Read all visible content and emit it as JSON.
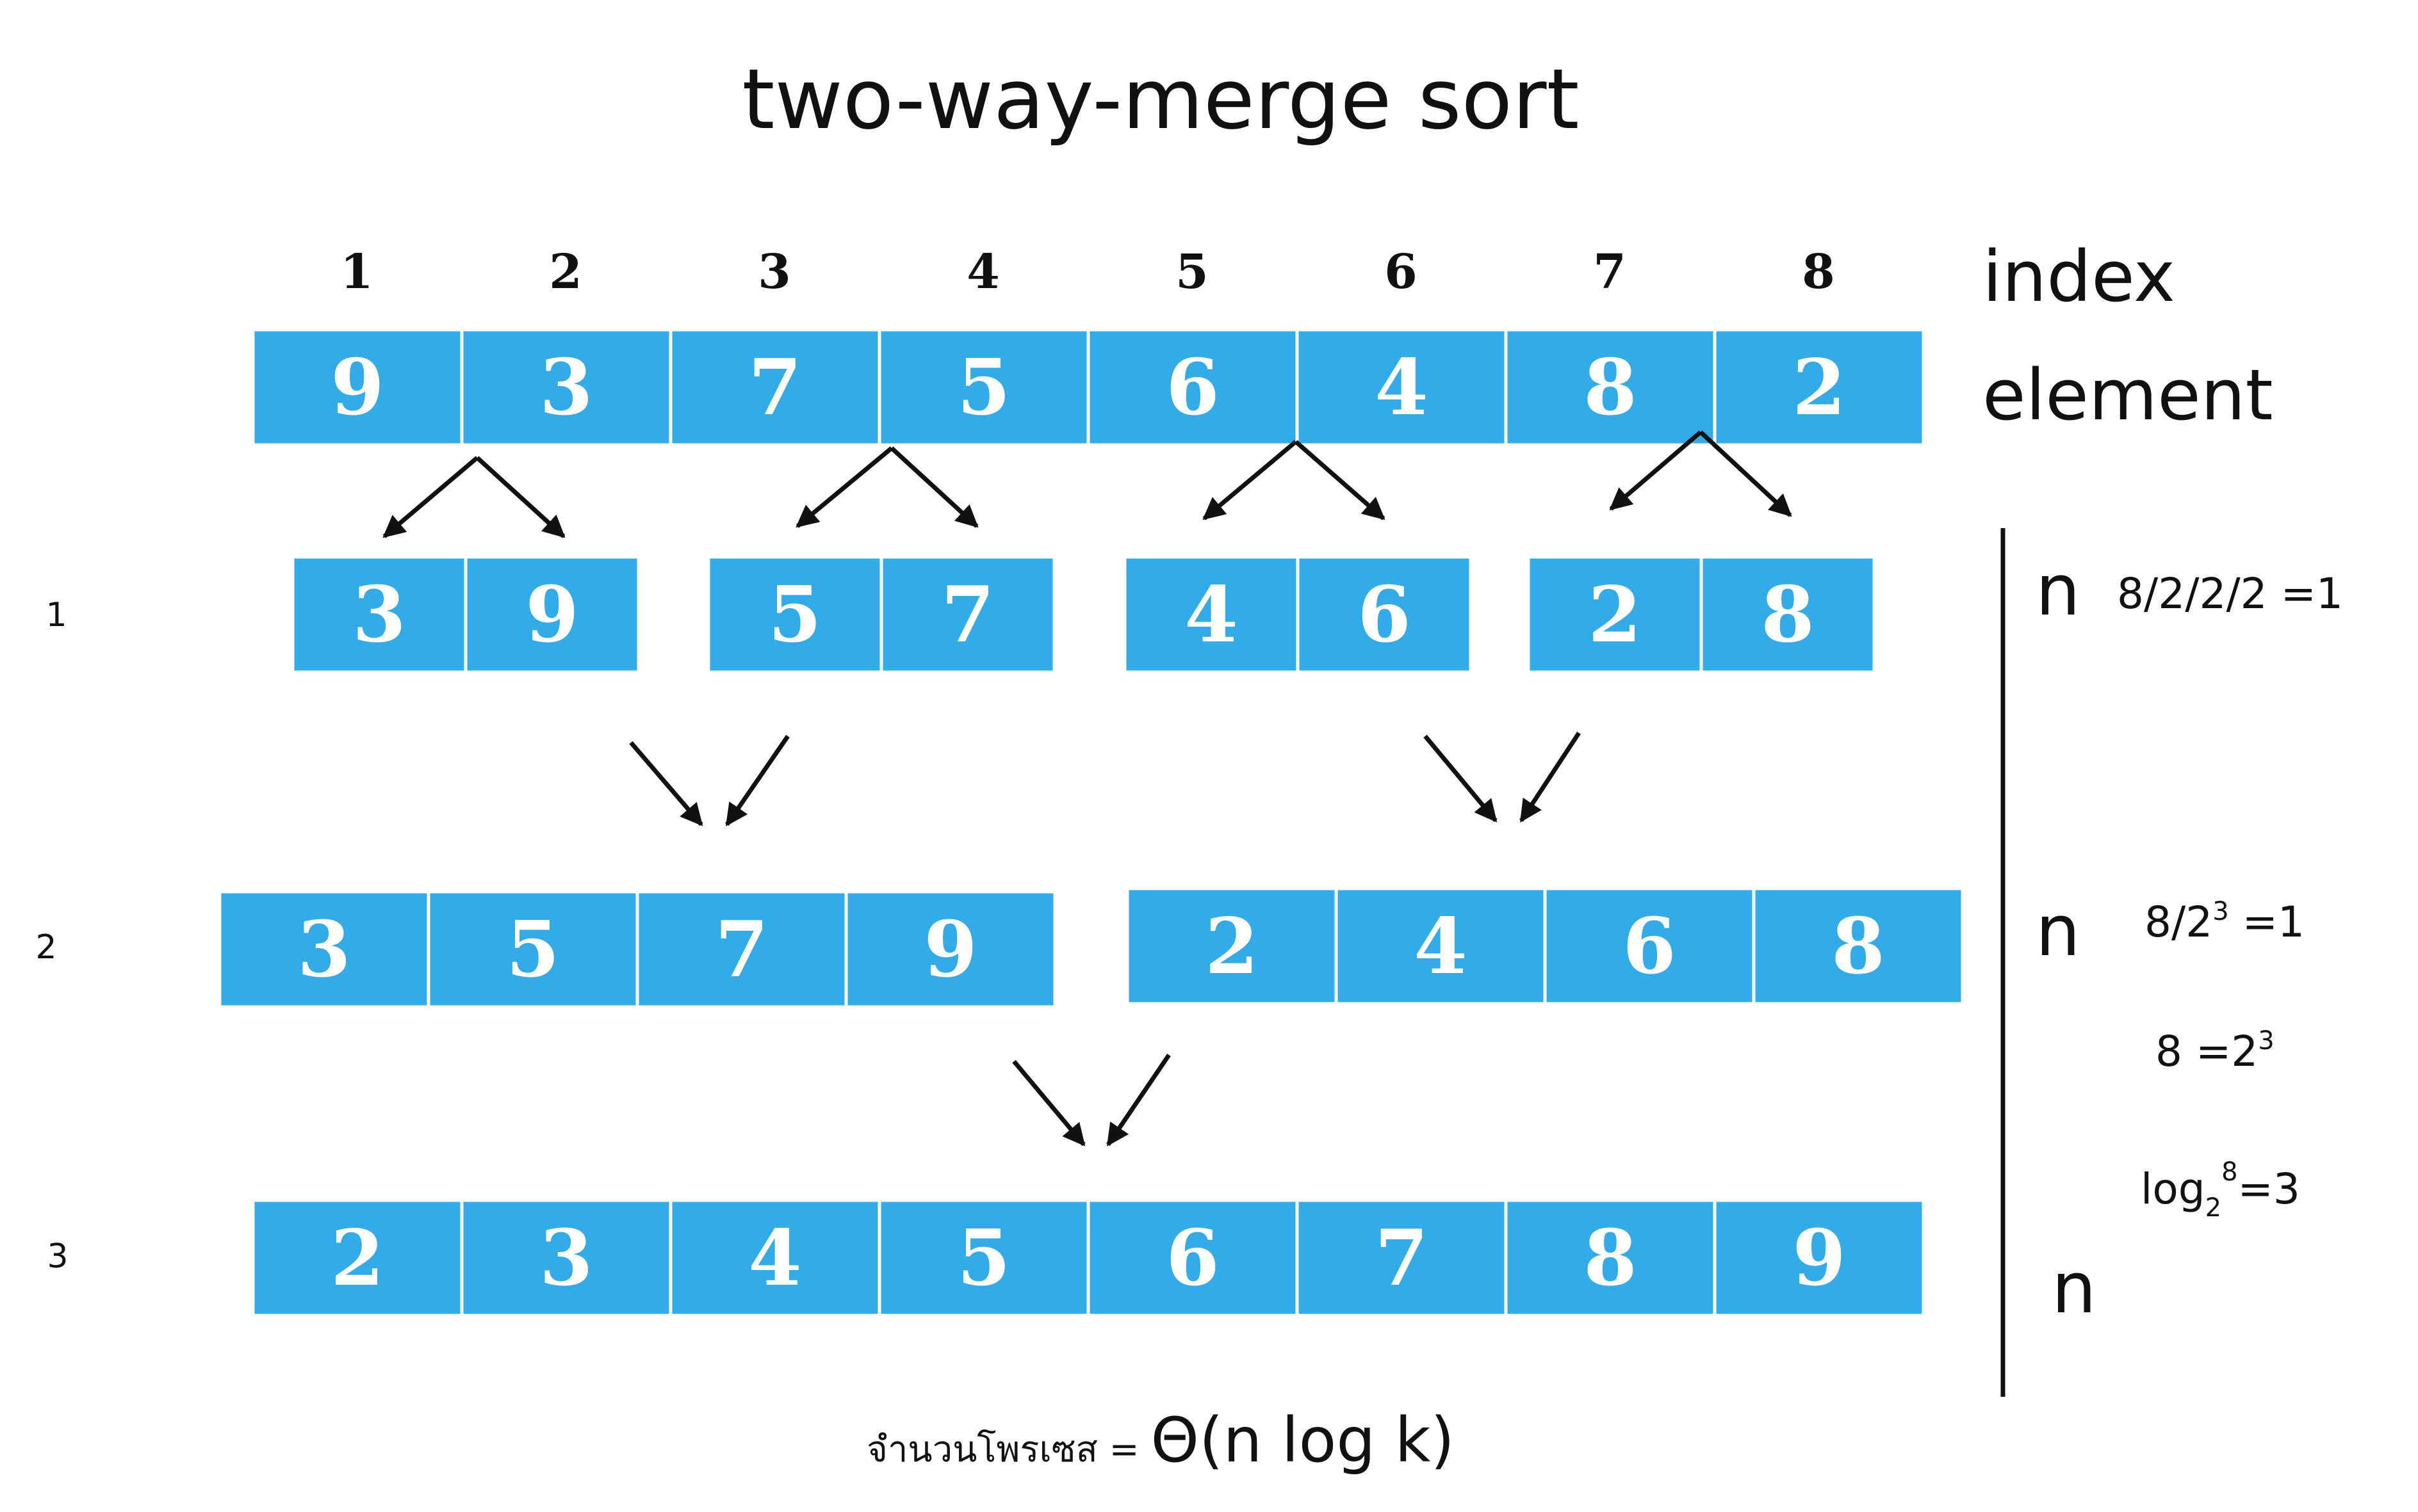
{
  "title": "two-way-merge sort",
  "index_label": "index",
  "element_label": "element",
  "indices": [
    "1",
    "2",
    "3",
    "4",
    "5",
    "6",
    "7",
    "8"
  ],
  "initial_array": [
    "9",
    "3",
    "7",
    "5",
    "6",
    "4",
    "8",
    "2"
  ],
  "level_labels": [
    "1",
    "2",
    "3"
  ],
  "pairs": [
    [
      "3",
      "9"
    ],
    [
      "5",
      "7"
    ],
    [
      "4",
      "6"
    ],
    [
      "2",
      "8"
    ]
  ],
  "quads": [
    [
      "3",
      "5",
      "7",
      "9"
    ],
    [
      "2",
      "4",
      "6",
      "8"
    ]
  ],
  "final_array": [
    "2",
    "3",
    "4",
    "5",
    "6",
    "7",
    "8",
    "9"
  ],
  "side": {
    "n_labels": [
      "n",
      "n",
      "n"
    ],
    "note1": "8/2/2/2 =1",
    "note2": {
      "base": "8/2",
      "exp": "3",
      "tail": " =1"
    },
    "note3": {
      "base": "8 =2",
      "exp": "3"
    },
    "note4": {
      "log": "log",
      "sub": "2",
      "sup": "8",
      "tail": "=3"
    }
  },
  "footer": {
    "label": "จำนวนโพรเซส =",
    "formula": "Θ(n log k)"
  }
}
